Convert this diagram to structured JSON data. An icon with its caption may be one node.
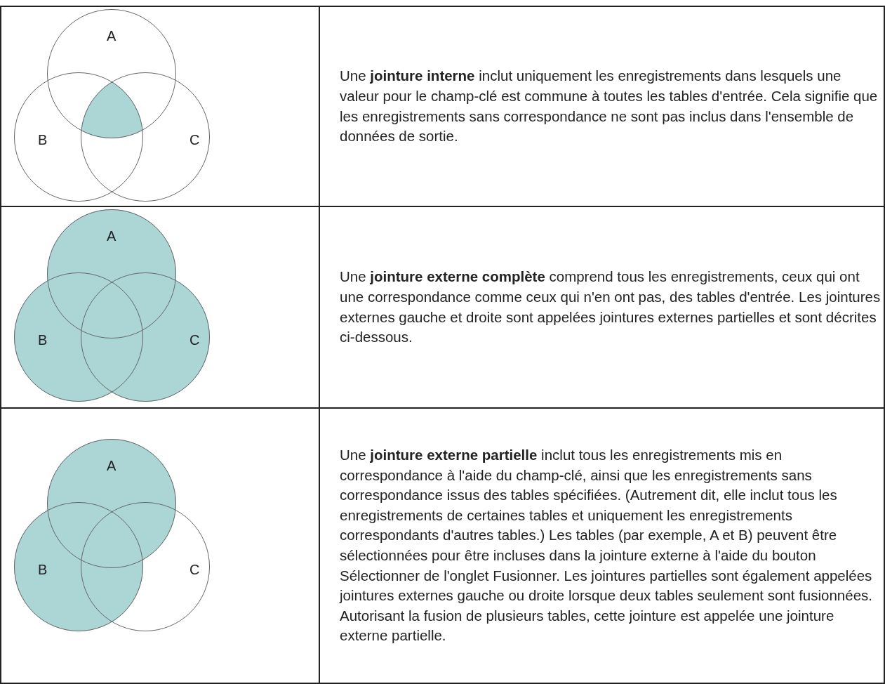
{
  "diagram": {
    "nodes": [
      {
        "text": [
          "A"
        ]
      },
      {
        "text": [
          "B"
        ]
      },
      {
        "text": [
          "C"
        ]
      },
      {
        "text": [
          "A"
        ]
      },
      {
        "text": [
          "B"
        ]
      },
      {
        "text": [
          "C"
        ]
      },
      {
        "text": [
          "A"
        ]
      },
      {
        "text": [
          "B"
        ]
      },
      {
        "text": [
          "C"
        ]
      }
    ],
    "labels": [
      "Une **jointure interne** inclut uniquement les enregistrements dans lesquels une valeur pour le champ-clé est commune à toutes les tables d'entrée. Cela signifie que les enregistrements sans correspondance ne sont pas inclus dans l'ensemble de données de sortie.",
      "Une **jointure externe complète** comprend tous les enregistrements, ceux qui ont une correspondance comme ceux qui n'en ont pas, des tables d'entrée. Les jointures externes gauche et droite sont appelées jointures externes partielles et sont décrites ci-dessous.",
      "Une **jointure externe partielle** inclut tous les enregistrements mis en correspondance à l'aide du champ-clé, ainsi que les enregistrements sans correspondance issus des tables spécifiées. (Autrement dit, elle inclut tous les enregistrements de certaines tables et uniquement les enregistrements correspondants d'autres tables.) Les tables (par exemple, A et B) peuvent être sélectionnées pour être incluses dans la jointure externe à l'aide du bouton Sélectionner de l'onglet Fusionner. Les jointures partielles sont également appelées jointures externes gauche ou droite lorsque deux tables seulement sont fusionnées. Autorisant la fusion de plusieurs tables, cette jointure est appelée une jointure externe partielle."
    ]
  }
}
